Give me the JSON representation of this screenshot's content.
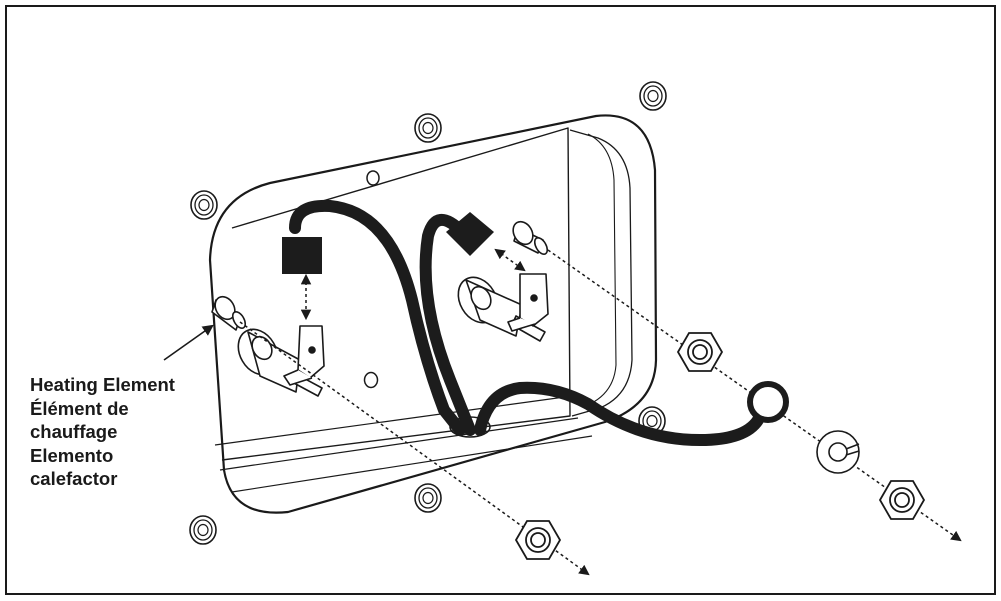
{
  "diagram": {
    "labels": [
      "Heating Element",
      "Élément de",
      "chauffage",
      "Elemento",
      "calefactor"
    ],
    "colors": {
      "ink": "#1a1a1a",
      "cable": "#1c1c1c",
      "background": "#ffffff"
    },
    "icons": [
      "heating-element-icon",
      "hex-nut-icon",
      "lock-washer-icon",
      "wire-connector-icon",
      "mounting-grommet-icon"
    ]
  }
}
